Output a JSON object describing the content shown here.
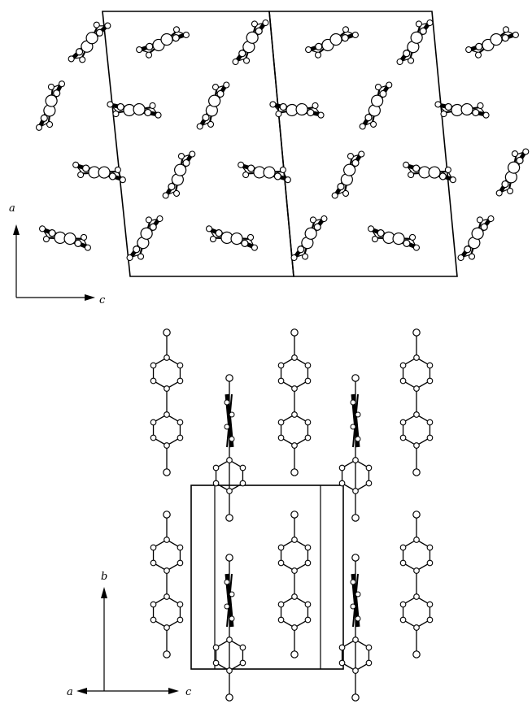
{
  "top_panel": {
    "axis_labels": {
      "vertical": "a",
      "horizontal": "c"
    }
  },
  "bottom_panel": {
    "axis_labels": {
      "vertical": "b",
      "horizontal_left": "a",
      "horizontal_right": "c"
    }
  },
  "colors": {
    "ink": "#000000",
    "atom_fill": "#ffffff",
    "background": "#ffffff"
  }
}
